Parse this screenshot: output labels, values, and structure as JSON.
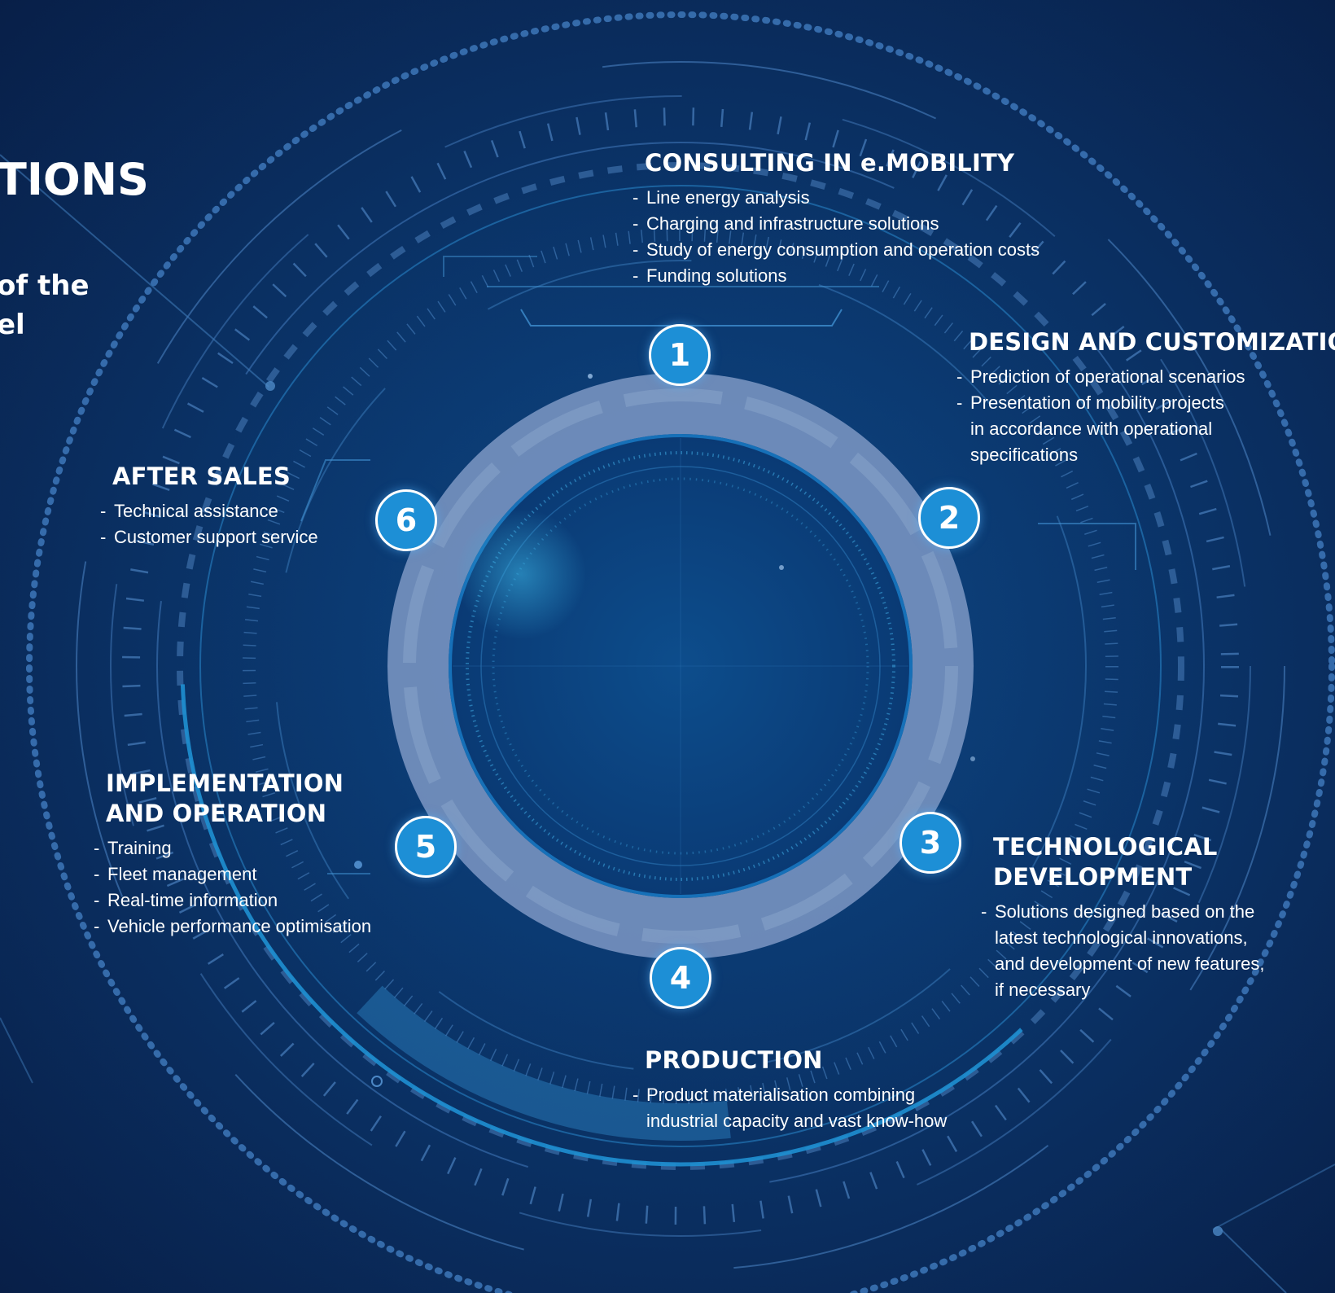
{
  "left_partial": {
    "title": "TIONS",
    "subtitle_line1": "of the",
    "subtitle_line2": "el"
  },
  "steps": [
    {
      "number": "1",
      "title_lines": [
        "CONSULTING IN e.MOBILITY"
      ],
      "items": [
        [
          "Line energy analysis"
        ],
        [
          "Charging and infrastructure solutions"
        ],
        [
          "Study of energy consumption and operation costs"
        ],
        [
          "Funding solutions"
        ]
      ]
    },
    {
      "number": "2",
      "title_lines": [
        "DESIGN AND CUSTOMIZATION"
      ],
      "items": [
        [
          "Prediction of operational scenarios"
        ],
        [
          "Presentation of mobility projects",
          "in accordance with operational",
          "specifications"
        ]
      ]
    },
    {
      "number": "3",
      "title_lines": [
        "TECHNOLOGICAL",
        "DEVELOPMENT"
      ],
      "items": [
        [
          "Solutions designed based on the",
          "latest technological innovations,",
          "and development of new features,",
          "if necessary"
        ]
      ]
    },
    {
      "number": "4",
      "title_lines": [
        "PRODUCTION"
      ],
      "items": [
        [
          "Product materialisation combining",
          "industrial capacity and vast know-how"
        ]
      ]
    },
    {
      "number": "5",
      "title_lines": [
        "IMPLEMENTATION",
        "AND OPERATION"
      ],
      "items": [
        [
          "Training"
        ],
        [
          "Fleet management"
        ],
        [
          "Real-time information"
        ],
        [
          "Vehicle performance optimisation"
        ]
      ]
    },
    {
      "number": "6",
      "title_lines": [
        "AFTER SALES"
      ],
      "items": [
        [
          "Technical assistance"
        ],
        [
          "Customer support service"
        ]
      ]
    }
  ],
  "colors": {
    "background": "#0b3a72",
    "badge": "#1d8fd6",
    "ring": "#7f9bc6",
    "accent_line": "#2f9ad8"
  }
}
